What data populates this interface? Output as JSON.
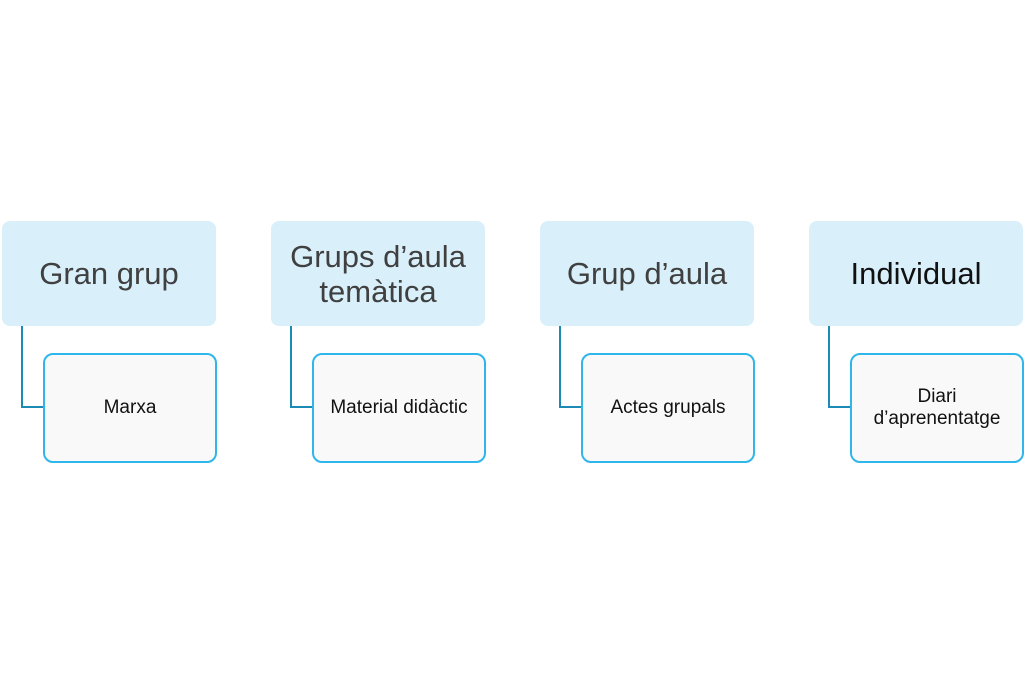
{
  "colors": {
    "header_fill": "#d9f0fb",
    "child_border": "#2fb6ea",
    "connector": "#1b8ab5",
    "child_fill": "#f9f9f9"
  },
  "columns": [
    {
      "header": "Gran grup",
      "child": "Marxa"
    },
    {
      "header": "Grups d’aula temàtica",
      "child": "Material didàctic"
    },
    {
      "header": "Grup d’aula",
      "child": "Actes grupals"
    },
    {
      "header": "Individual",
      "child": "Diari d’aprenentatge"
    }
  ]
}
